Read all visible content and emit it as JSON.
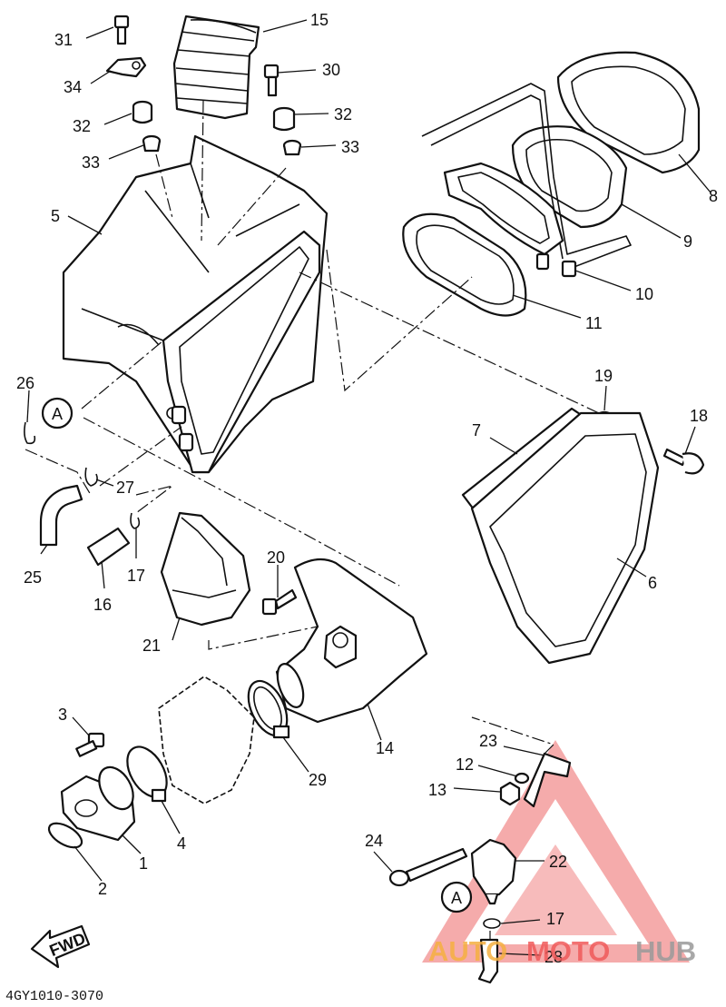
{
  "diagram": {
    "code": "4GY1010-3070",
    "fwd_label": "FWD",
    "callouts": [
      "A",
      "A"
    ],
    "labels": [
      {
        "id": "31",
        "text": "31"
      },
      {
        "id": "34",
        "text": "34"
      },
      {
        "id": "32a",
        "text": "32"
      },
      {
        "id": "33a",
        "text": "33"
      },
      {
        "id": "15",
        "text": "15"
      },
      {
        "id": "30",
        "text": "30"
      },
      {
        "id": "32b",
        "text": "32"
      },
      {
        "id": "33b",
        "text": "33"
      },
      {
        "id": "5",
        "text": "5"
      },
      {
        "id": "8",
        "text": "8"
      },
      {
        "id": "9",
        "text": "9"
      },
      {
        "id": "10",
        "text": "10"
      },
      {
        "id": "11",
        "text": "11"
      },
      {
        "id": "26",
        "text": "26"
      },
      {
        "id": "19",
        "text": "19"
      },
      {
        "id": "18",
        "text": "18"
      },
      {
        "id": "7",
        "text": "7"
      },
      {
        "id": "27",
        "text": "27"
      },
      {
        "id": "25",
        "text": "25"
      },
      {
        "id": "17a",
        "text": "17"
      },
      {
        "id": "16",
        "text": "16"
      },
      {
        "id": "6",
        "text": "6"
      },
      {
        "id": "20",
        "text": "20"
      },
      {
        "id": "21",
        "text": "21"
      },
      {
        "id": "3",
        "text": "3"
      },
      {
        "id": "14",
        "text": "14"
      },
      {
        "id": "23",
        "text": "23"
      },
      {
        "id": "12",
        "text": "12"
      },
      {
        "id": "29",
        "text": "29"
      },
      {
        "id": "13",
        "text": "13"
      },
      {
        "id": "4",
        "text": "4"
      },
      {
        "id": "1",
        "text": "1"
      },
      {
        "id": "24",
        "text": "24"
      },
      {
        "id": "22",
        "text": "22"
      },
      {
        "id": "2",
        "text": "2"
      },
      {
        "id": "17b",
        "text": "17"
      },
      {
        "id": "28",
        "text": "28"
      }
    ]
  },
  "watermark": {
    "text_a": "AUTO",
    "text_b": "MOTO",
    "text_c": "HUB",
    "color_orange": "#f5b041",
    "color_red": "#f05a5a",
    "color_gray": "#9a9a9a"
  }
}
